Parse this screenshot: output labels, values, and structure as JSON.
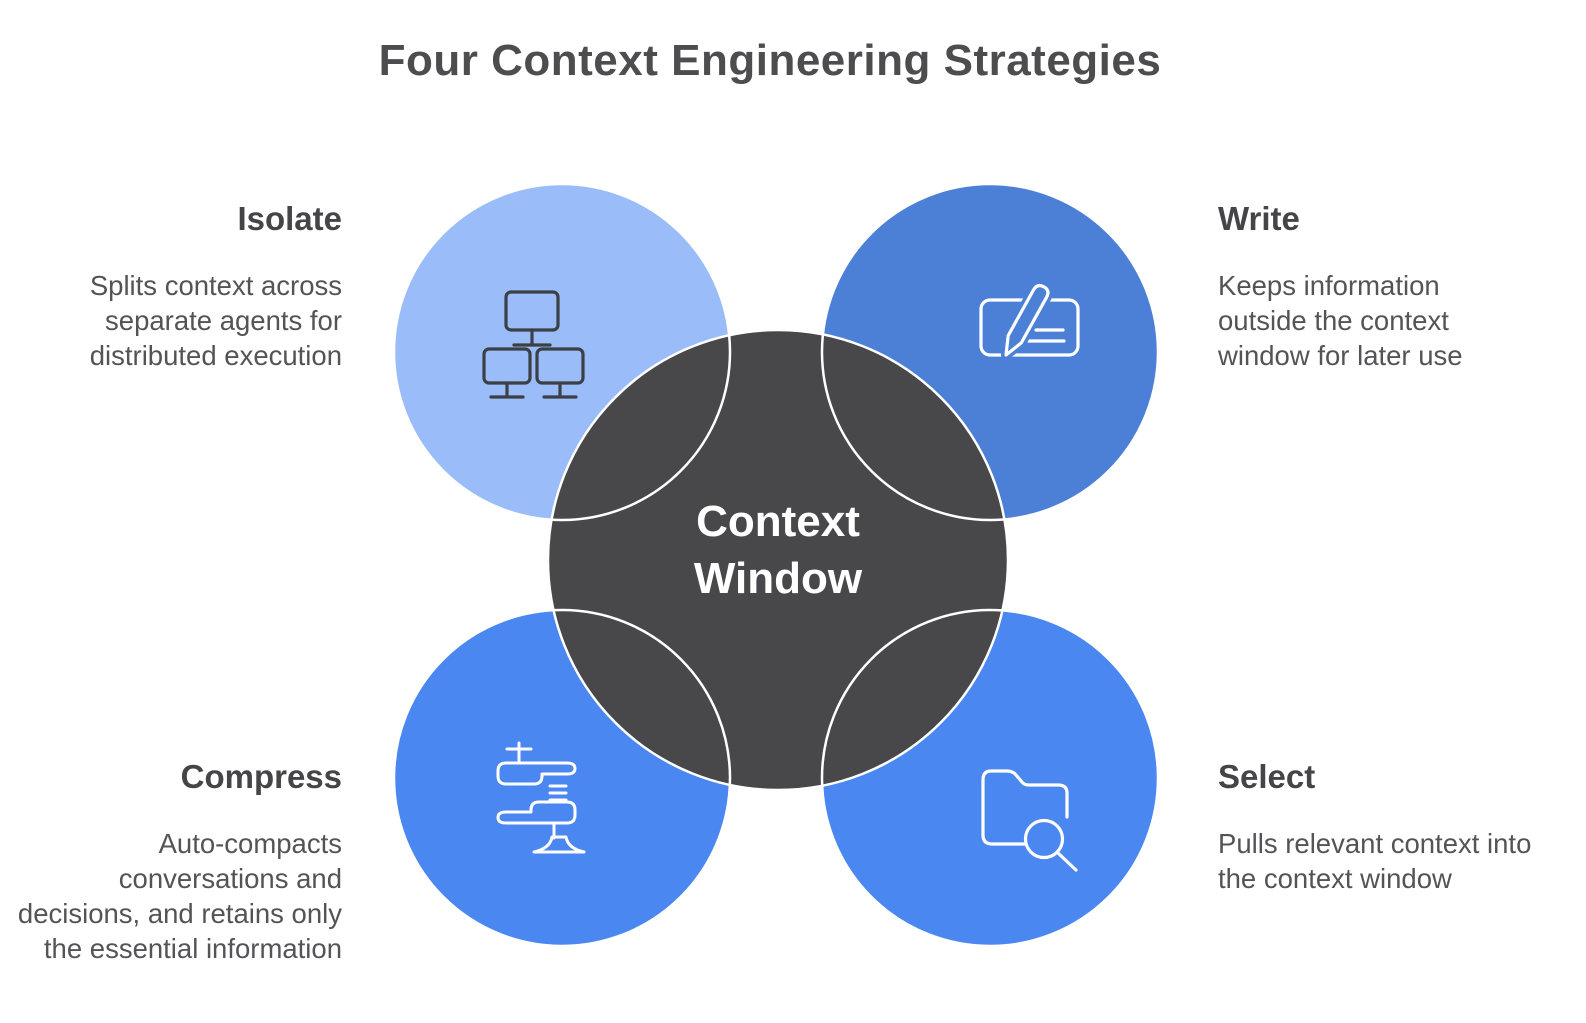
{
  "title": "Four Context Engineering Strategies",
  "center": {
    "label": "Context Window",
    "circle_color": "#48484a",
    "text_color": "#ffffff"
  },
  "colors": {
    "background": "#ffffff",
    "title_text": "#4d4d4f",
    "heading_text": "#454548",
    "body_text": "#545457",
    "circle_outline": "#ffffff",
    "icon_dark": "#3b4046",
    "icon_light": "#ffffff"
  },
  "strategies": [
    {
      "id": "isolate",
      "title": "Isolate",
      "description": "Splits context across separate agents for distributed execution",
      "icon": "network-monitors-icon",
      "circle_color": "#9abcf8"
    },
    {
      "id": "write",
      "title": "Write",
      "description": "Keeps information outside the context window for later use",
      "icon": "note-pencil-icon",
      "circle_color": "#4c80d6"
    },
    {
      "id": "compress",
      "title": "Compress",
      "description": "Auto-compacts conversations and decisions, and retains only the essential information",
      "icon": "clamp-compress-icon",
      "circle_color": "#4b87f0"
    },
    {
      "id": "select",
      "title": "Select",
      "description": "Pulls relevant context into the context window",
      "icon": "folder-search-icon",
      "circle_color": "#4b87f0"
    }
  ]
}
